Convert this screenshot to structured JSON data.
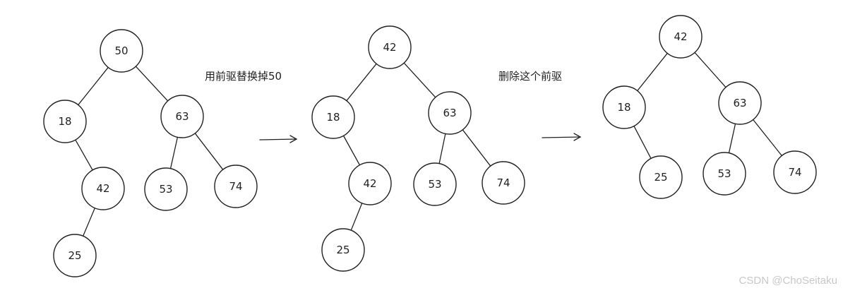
{
  "trees": [
    {
      "id": "before",
      "nodes": [
        {
          "id": "n50",
          "label": "50"
        },
        {
          "id": "n18",
          "label": "18"
        },
        {
          "id": "n63",
          "label": "63"
        },
        {
          "id": "n42",
          "label": "42"
        },
        {
          "id": "n53",
          "label": "53"
        },
        {
          "id": "n74",
          "label": "74"
        },
        {
          "id": "n25",
          "label": "25"
        }
      ],
      "edges": [
        [
          "n50",
          "n18"
        ],
        [
          "n50",
          "n63"
        ],
        [
          "n18",
          "n42"
        ],
        [
          "n63",
          "n53"
        ],
        [
          "n63",
          "n74"
        ],
        [
          "n42",
          "n25"
        ]
      ]
    },
    {
      "id": "after-replace",
      "nodes": [
        {
          "id": "n42",
          "label": "42"
        },
        {
          "id": "n18",
          "label": "18"
        },
        {
          "id": "n63",
          "label": "63"
        },
        {
          "id": "n42b",
          "label": "42"
        },
        {
          "id": "n53",
          "label": "53"
        },
        {
          "id": "n74",
          "label": "74"
        },
        {
          "id": "n25",
          "label": "25"
        }
      ],
      "edges": [
        [
          "n42",
          "n18"
        ],
        [
          "n42",
          "n63"
        ],
        [
          "n18",
          "n42b"
        ],
        [
          "n63",
          "n53"
        ],
        [
          "n63",
          "n74"
        ],
        [
          "n42b",
          "n25"
        ]
      ]
    },
    {
      "id": "after-delete",
      "nodes": [
        {
          "id": "n42",
          "label": "42"
        },
        {
          "id": "n18",
          "label": "18"
        },
        {
          "id": "n63",
          "label": "63"
        },
        {
          "id": "n25",
          "label": "25"
        },
        {
          "id": "n53",
          "label": "53"
        },
        {
          "id": "n74",
          "label": "74"
        }
      ],
      "edges": [
        [
          "n42",
          "n18"
        ],
        [
          "n42",
          "n63"
        ],
        [
          "n18",
          "n25"
        ],
        [
          "n63",
          "n53"
        ],
        [
          "n63",
          "n74"
        ]
      ]
    }
  ],
  "steps": [
    {
      "label": "用前驱替换掉50"
    },
    {
      "label": "删除这个前驱"
    }
  ],
  "watermark": "CSDN @ChoSeitaku"
}
